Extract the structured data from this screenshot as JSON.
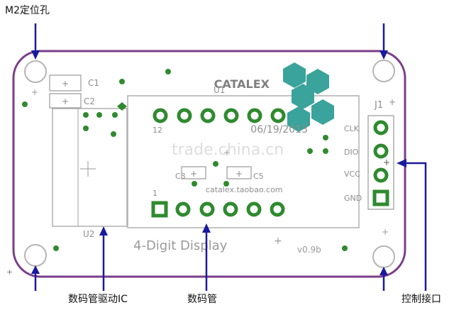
{
  "annotations": {
    "mount_hole": "M2定位孔",
    "driver_ic": "数码管驱动IC",
    "digit_display": "数码管",
    "control_port": "控制接口"
  },
  "board": {
    "brand": "CATALEX",
    "url": "catalex.taobao.com",
    "product": "4-Digit Display",
    "version": "v0.9b",
    "date": "06/19/2013",
    "watermark": "trade.china.cn"
  },
  "silkscreen": {
    "c1": "C1",
    "c2": "C2",
    "c3": "C3",
    "c5": "C5",
    "u1": "U1",
    "u2": "U2",
    "j1": "J1",
    "pin12": "12",
    "pin1": "1",
    "clk": "CLK",
    "dio": "DIO",
    "vcc": "VCC",
    "gnd": "GND"
  },
  "colors": {
    "board_outline": "#7b3d8a",
    "pad_green": "#2f8a2f",
    "arrow_blue": "#1a1a9e",
    "logo_teal": "#3aa39b",
    "silk_gray": "#8e8e8e"
  }
}
